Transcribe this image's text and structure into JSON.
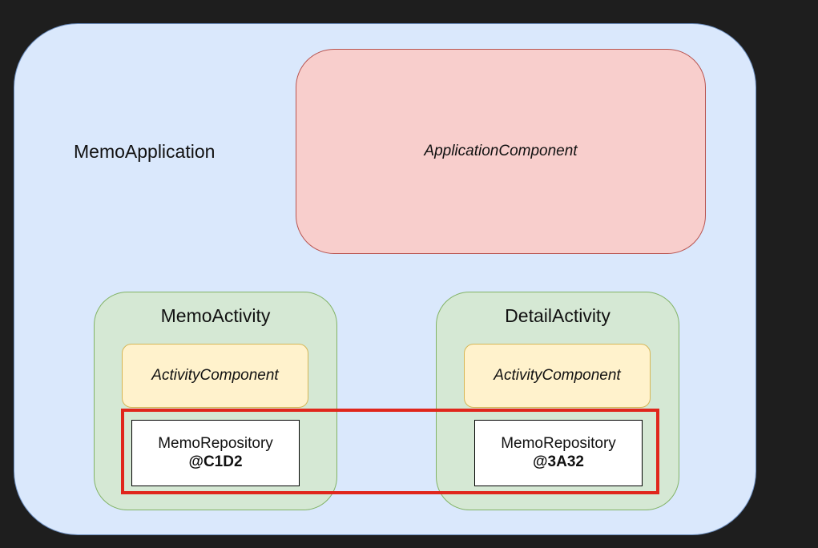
{
  "app": {
    "label": "MemoApplication",
    "component_label": "ApplicationComponent"
  },
  "activities": [
    {
      "title": "MemoActivity",
      "component_label": "ActivityComponent",
      "repository": {
        "name": "MemoRepository",
        "id": "@C1D2"
      }
    },
    {
      "title": "DetailActivity",
      "component_label": "ActivityComponent",
      "repository": {
        "name": "MemoRepository",
        "id": "@3A32"
      }
    }
  ],
  "colors": {
    "app_fill": "#dae8fc",
    "app_component_fill": "#f8cecc",
    "activity_fill": "#d5e8d4",
    "activity_component_fill": "#fff2cc",
    "highlight": "#e0261c"
  }
}
